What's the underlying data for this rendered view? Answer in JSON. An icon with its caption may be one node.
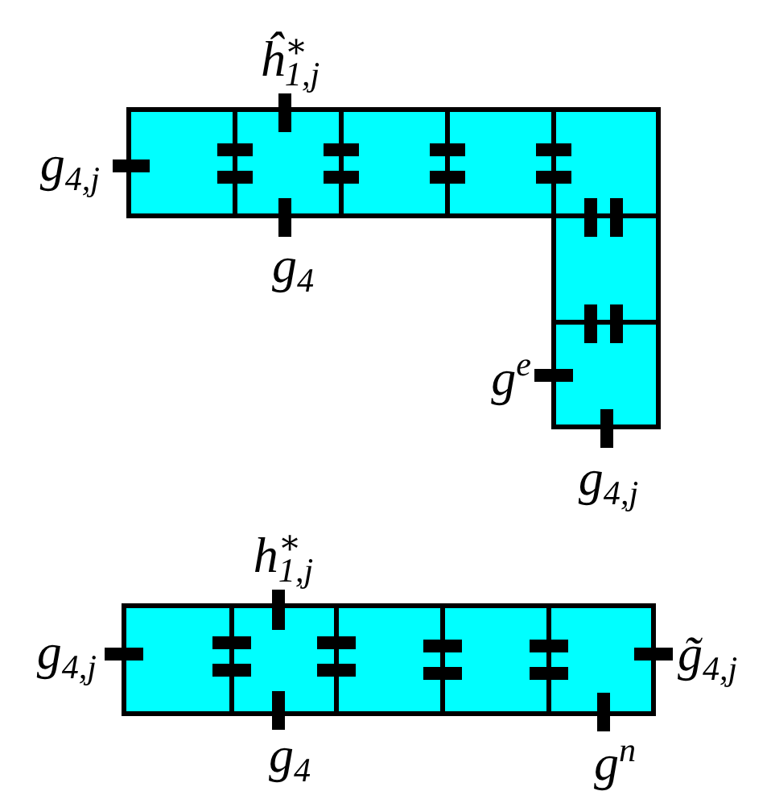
{
  "diagram": {
    "labels": [
      "ĥ$^{∗}$$_{1,j}$",
      "g$_{4,j}$",
      "g$_{4}$",
      "g$^{e}$",
      "g$_{4,j}$",
      "h$^{∗}$$_{1,j}$",
      "g$_{4,j}$",
      "g̃$_{4,j}$",
      "g$_{4}$",
      "g$^{n}$"
    ]
  }
}
